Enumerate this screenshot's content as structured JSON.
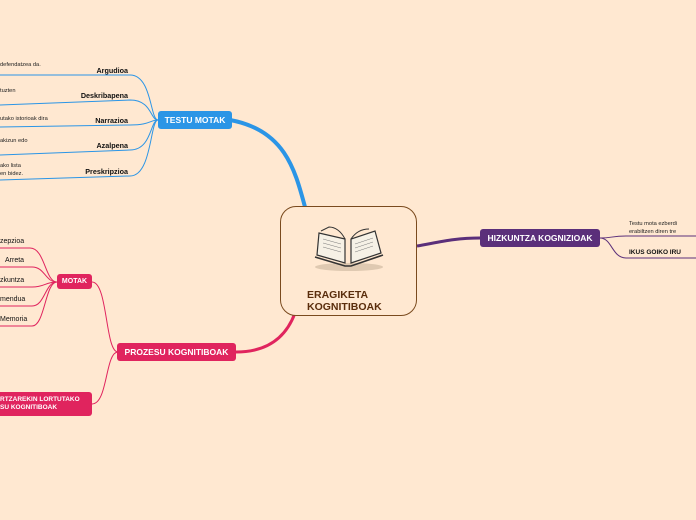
{
  "central": {
    "title_line1": "ERAGIKETA",
    "title_line2": "KOGNITIBOAK",
    "icon": "open-book-icon"
  },
  "testu_motak": {
    "label": "TESTU MOTAK",
    "color": "#2b95e6",
    "children": [
      {
        "label": "Argudioa",
        "note": "...defendatzea da."
      },
      {
        "label": "Deskribapena",
        "note": "...tuzten"
      },
      {
        "label": "Narrazioa",
        "note": "...utako istorioak dira"
      },
      {
        "label": "Azalpena",
        "note": "...akizun edo"
      },
      {
        "label": "Preskripzioa",
        "note_line1": "...ako lista",
        "note_line2": "...en bidez."
      }
    ]
  },
  "hizkuntza": {
    "label": "HIZKUNTZA KOGNIZIOAK",
    "color": "#5b2f7a",
    "note_line1": "Testu mota ezberdi",
    "note_line2": "erabiltzen diren tre",
    "link": "IKUS GOIKO IRU"
  },
  "prozesu": {
    "label": "PROZESU KOGNITIBOAK",
    "color": "#e0245e",
    "motak": {
      "label": "MOTAK",
      "children": [
        "...zepzioa",
        "Arreta",
        "...zkuntza",
        "...mendua",
        "Memoria"
      ]
    },
    "lortutako_line1": "...RTZAREKIN LORTUTAKO",
    "lortutako_line2": "...SU KOGNITIBOAK"
  }
}
